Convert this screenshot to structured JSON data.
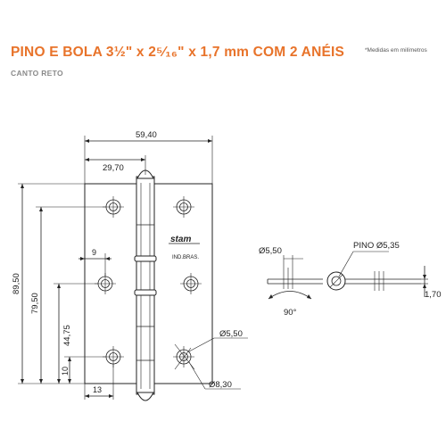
{
  "header": {
    "title": "PINO E BOLA 3½\" x  2⁵⁄₁₆\" x 1,7 mm  COM 2 ANÉIS",
    "subtitle": "CANTO RETO",
    "note": "*Medidas em milímetros"
  },
  "brand": {
    "logo_text": "stam",
    "stamp_text": "IND.BRAS."
  },
  "dimensions": {
    "overall_width": "59,40",
    "half_width": "29,70",
    "overall_height": "89,50",
    "height_79": "79,50",
    "height_44": "44,75",
    "height_10": "10",
    "offset_13": "13",
    "offset_9": "9",
    "hole_diameter": "Ø5,50",
    "countersink_diameter": "Ø8,30",
    "side_hole_diameter": "Ø5,50",
    "pin_label": "PINO Ø5,35",
    "angle": "90°",
    "thickness": "1,70"
  },
  "colors": {
    "title": "#e8732a",
    "subtitle": "#8a8a8a",
    "line": "#222222"
  }
}
